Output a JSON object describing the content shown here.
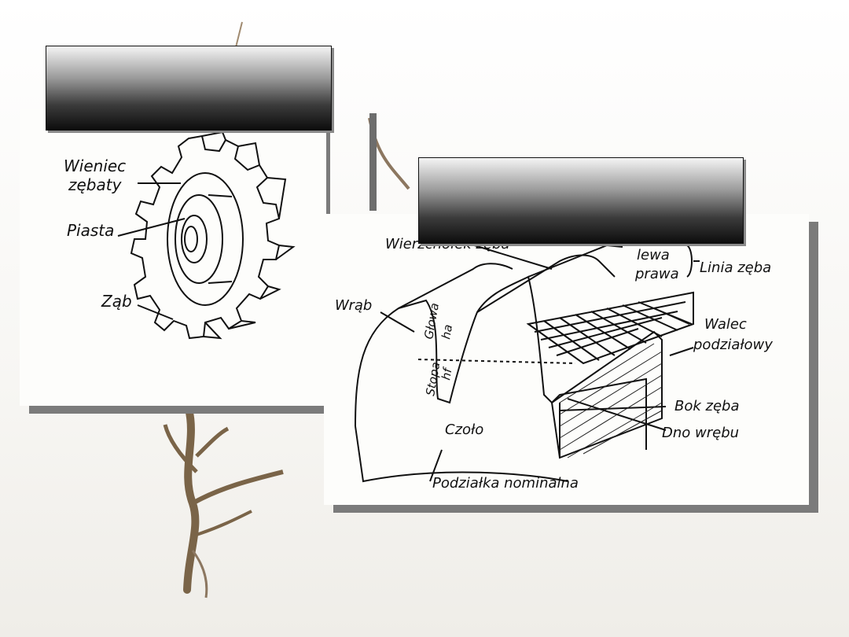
{
  "slide": {
    "left_panel": {
      "title": "",
      "labels": {
        "rim": "Wieniec",
        "rim_2": "zębaty",
        "hub": "Piasta",
        "tooth": "Ząb"
      }
    },
    "right_panel": {
      "title": "",
      "labels": {
        "tip": "Wierzchołek zęba",
        "left": "lewa",
        "right": "prawa",
        "tooth_line": "Linia zęba",
        "notch": "Wrąb",
        "head": "Głowa",
        "ha": "ha",
        "foot": "Stopa",
        "hf": "hf",
        "cylinder": "Walec",
        "cylinder_2": "podziałowy",
        "face": "Czoło",
        "flank": "Bok zęba",
        "bottom": "Dno wrębu",
        "pitch": "Podziałka nominalna"
      }
    }
  }
}
